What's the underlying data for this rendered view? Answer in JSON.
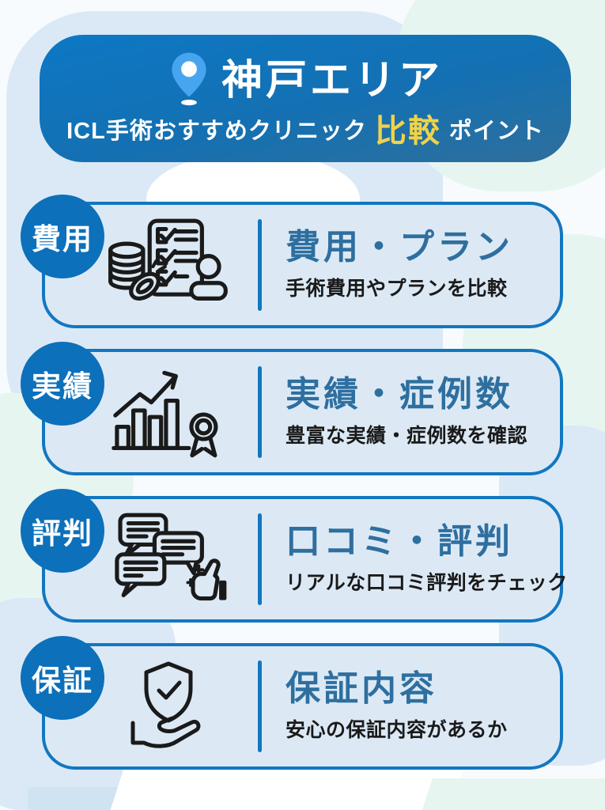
{
  "header": {
    "title": "神戸エリア",
    "subtitle": {
      "prefix": "ICL手術おすすめクリニック",
      "highlight": "比較",
      "suffix": "ポイント"
    },
    "icon": "location-pin-icon"
  },
  "cards": [
    {
      "badge": "費用",
      "title": "費用・プラン",
      "description": "手術費用やプランを比較",
      "icon": "coins-checklist-icon"
    },
    {
      "badge": "実績",
      "title": "実績・症例数",
      "description": "豊富な実績・症例数を確認",
      "icon": "bar-chart-award-icon"
    },
    {
      "badge": "評判",
      "title": "口コミ・評判",
      "description": "リアルな口コミ評判をチェック",
      "icon": "speech-bubbles-thumbs-up-icon"
    },
    {
      "badge": "保証",
      "title": "保証内容",
      "description": "安心の保証内容があるか",
      "icon": "shield-hand-icon"
    }
  ],
  "colors": {
    "primary_blue": "#0d74bf",
    "header_gradient_top": "#0d78c4",
    "header_gradient_bottom": "#2f6f9c",
    "card_background": "#dce9f5",
    "card_border": "#1277c0",
    "card_title": "#2e6f9f",
    "badge_background": "#0c70bb",
    "highlight_yellow": "#f0d24a",
    "pin_blue": "#47a5ef",
    "icon_line": "#1a1a1a"
  }
}
